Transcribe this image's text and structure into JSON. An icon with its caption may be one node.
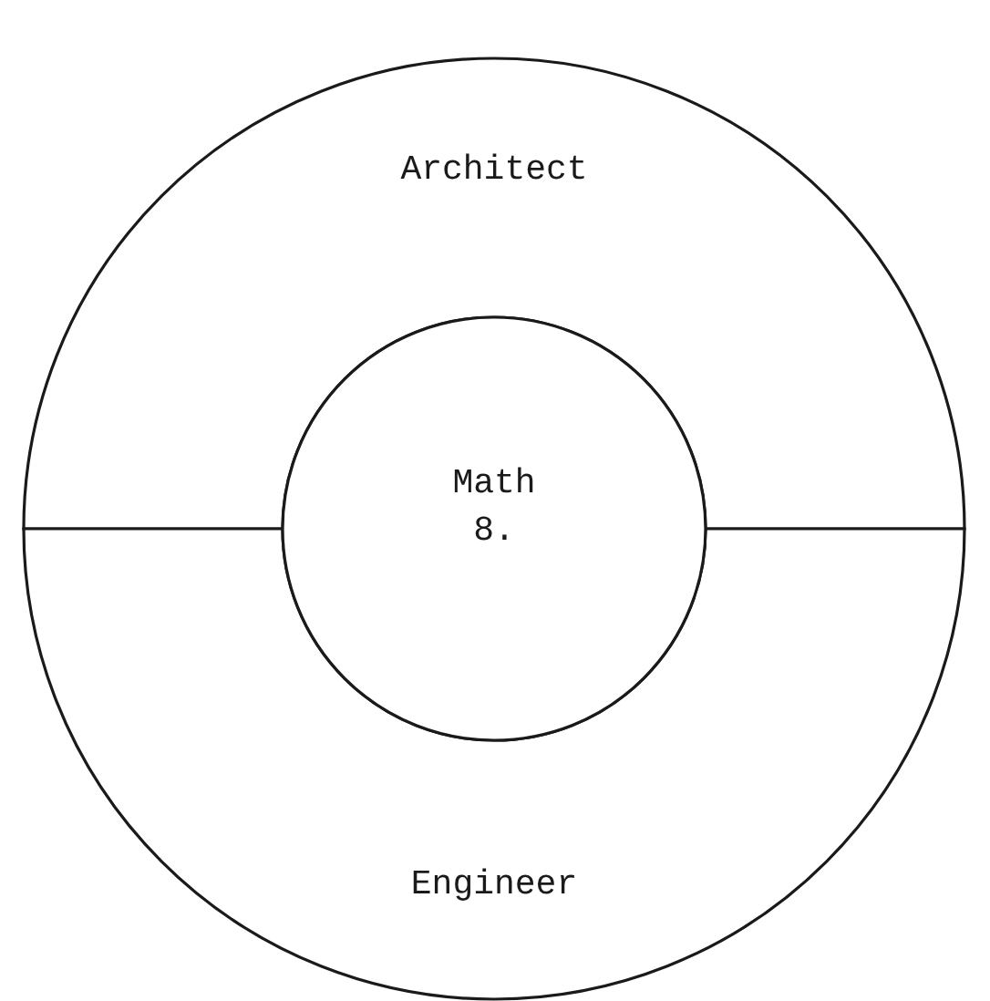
{
  "diagram": {
    "nodes": [
      {
        "text": [
          "Architect"
        ]
      },
      {
        "text": [
          "Engineer"
        ]
      },
      {
        "text": [
          "Math 8."
        ]
      }
    ]
  }
}
